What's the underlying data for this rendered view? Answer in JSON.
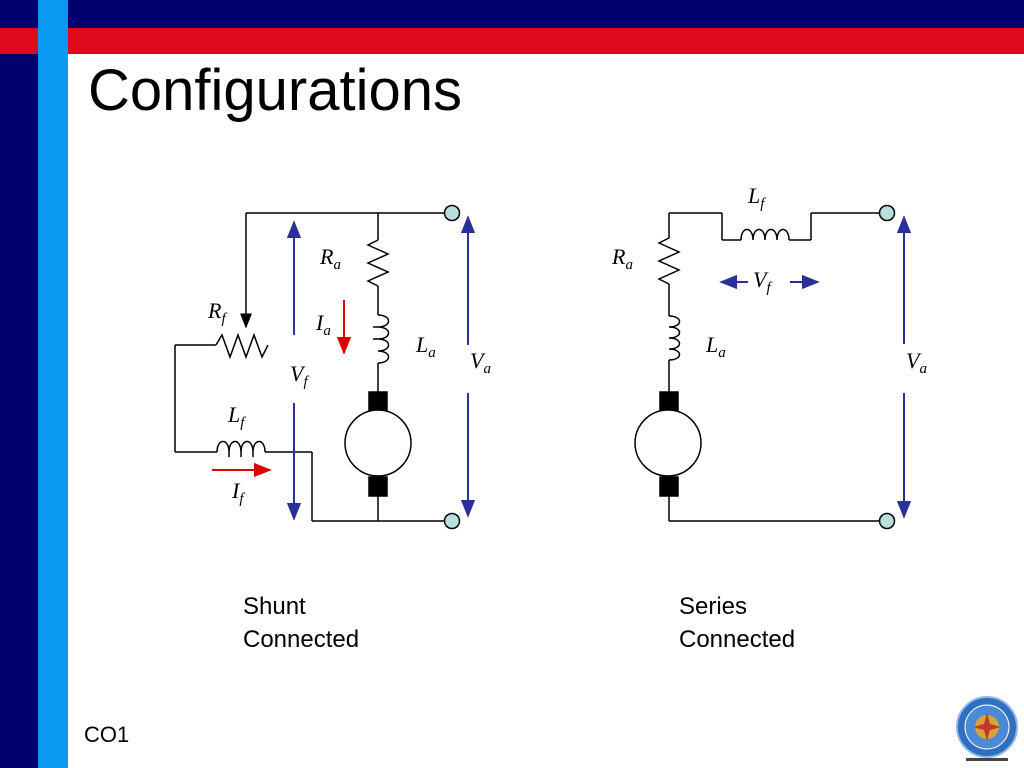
{
  "slide": {
    "title": "Configurations",
    "footer": "CO1"
  },
  "shunt": {
    "caption_line1": "Shunt",
    "caption_line2": "Connected",
    "labels": {
      "Ra": {
        "main": "R",
        "sub": "a"
      },
      "Rf": {
        "main": "R",
        "sub": "f"
      },
      "Ia": {
        "main": "I",
        "sub": "a"
      },
      "La": {
        "main": "L",
        "sub": "a"
      },
      "Vf": {
        "main": "V",
        "sub": "f"
      },
      "Va": {
        "main": "V",
        "sub": "a"
      },
      "Lf": {
        "main": "L",
        "sub": "f"
      },
      "If": {
        "main": "I",
        "sub": "f"
      }
    }
  },
  "series": {
    "caption_line1": "Series",
    "caption_line2": "Connected",
    "labels": {
      "Lf": {
        "main": "L",
        "sub": "f"
      },
      "Ra": {
        "main": "R",
        "sub": "a"
      },
      "Vf": {
        "main": "V",
        "sub": "f"
      },
      "La": {
        "main": "L",
        "sub": "a"
      },
      "Va": {
        "main": "V",
        "sub": "a"
      }
    }
  },
  "colors": {
    "navy": "#00006e",
    "light_blue": "#0a98f0",
    "red": "#dd0b1c",
    "voltage_arrow": "#2b2f9a",
    "current_arrow": "#dd0000",
    "terminal": "#b9dede"
  }
}
